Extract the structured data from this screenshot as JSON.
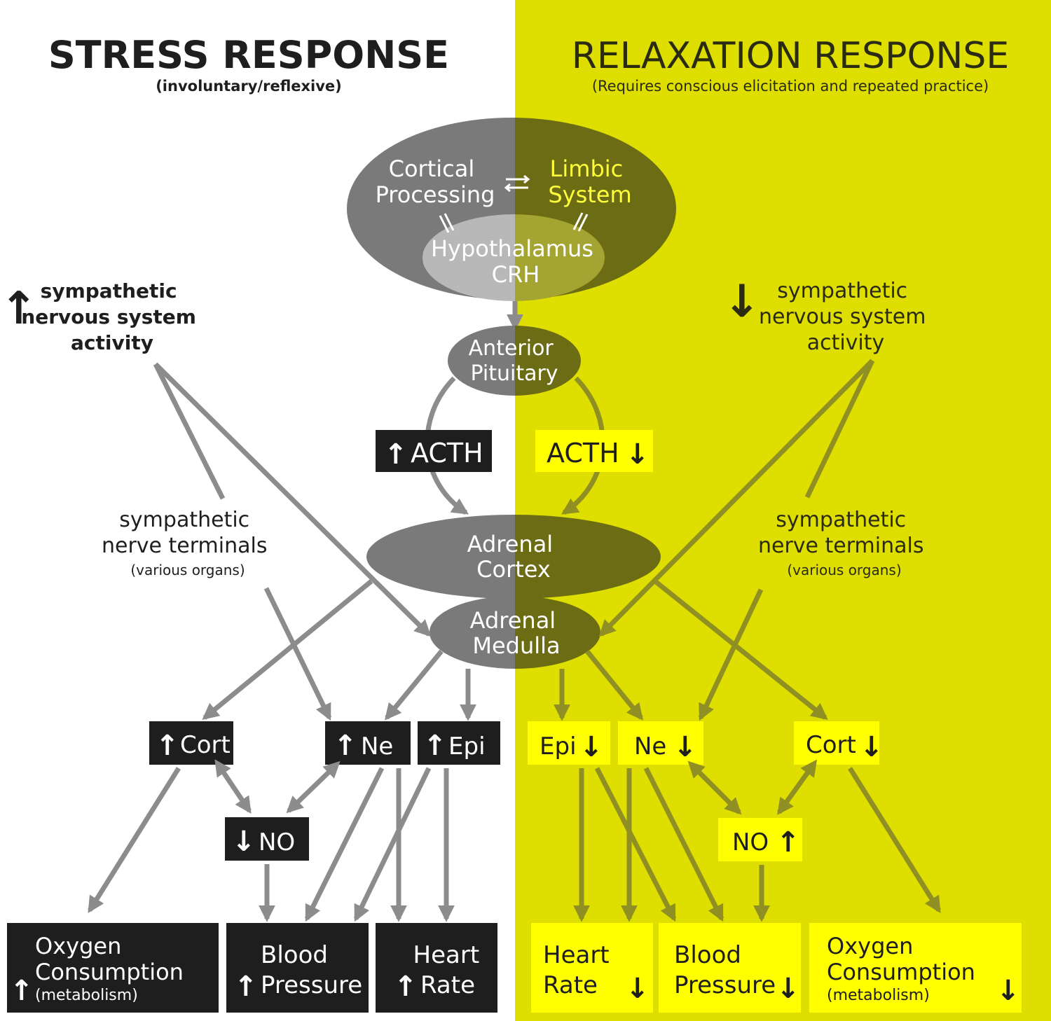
{
  "stress": {
    "title": "STRESS RESPONSE",
    "subtitle": "(involuntary/reflexive)",
    "sns_activity": [
      "sympathetic",
      "nervous system",
      "activity"
    ],
    "nerve_terminals": [
      "sympathetic",
      "nerve terminals",
      "(various organs)"
    ],
    "acth": "ACTH",
    "cort": "Cort",
    "ne": "Ne",
    "epi": "Epi",
    "no": "NO",
    "oxygen": [
      "Oxygen",
      "Consumption",
      "(metabolism)"
    ],
    "blood_pressure": [
      "Blood",
      "Pressure"
    ],
    "heart_rate": [
      "Heart",
      "Rate"
    ]
  },
  "relax": {
    "title": "RELAXATION RESPONSE",
    "subtitle": "(Requires conscious elicitation and repeated practice)",
    "sns_activity": [
      "sympathetic",
      "nervous system",
      "activity"
    ],
    "nerve_terminals": [
      "sympathetic",
      "nerve terminals",
      "(various organs)"
    ],
    "acth": "ACTH",
    "epi": "Epi",
    "ne": "Ne",
    "cort": "Cort",
    "no": "NO",
    "heart_rate": [
      "Heart",
      "Rate"
    ],
    "blood_pressure": [
      "Blood",
      "Pressure"
    ],
    "oxygen": [
      "Oxygen",
      "Consumption",
      "(metabolism)"
    ]
  },
  "center": {
    "cortical": [
      "Cortical",
      "Processing"
    ],
    "limbic": [
      "Limbic",
      "System"
    ],
    "hypothalamus": [
      "Hypothalamus",
      "CRH"
    ],
    "pituitary": [
      "Anterior",
      "Pituitary"
    ],
    "adrenal_cortex": [
      "Adrenal",
      "Cortex"
    ],
    "adrenal_medulla": [
      "Adrenal",
      "Medulla"
    ]
  },
  "colors": {
    "right_panel": "#dede00",
    "box_dark": "#1e1e1e",
    "box_yellow": "#ffff00",
    "arrow_gray": "#8c8c8c",
    "arrow_olive": "#8f8f24"
  }
}
